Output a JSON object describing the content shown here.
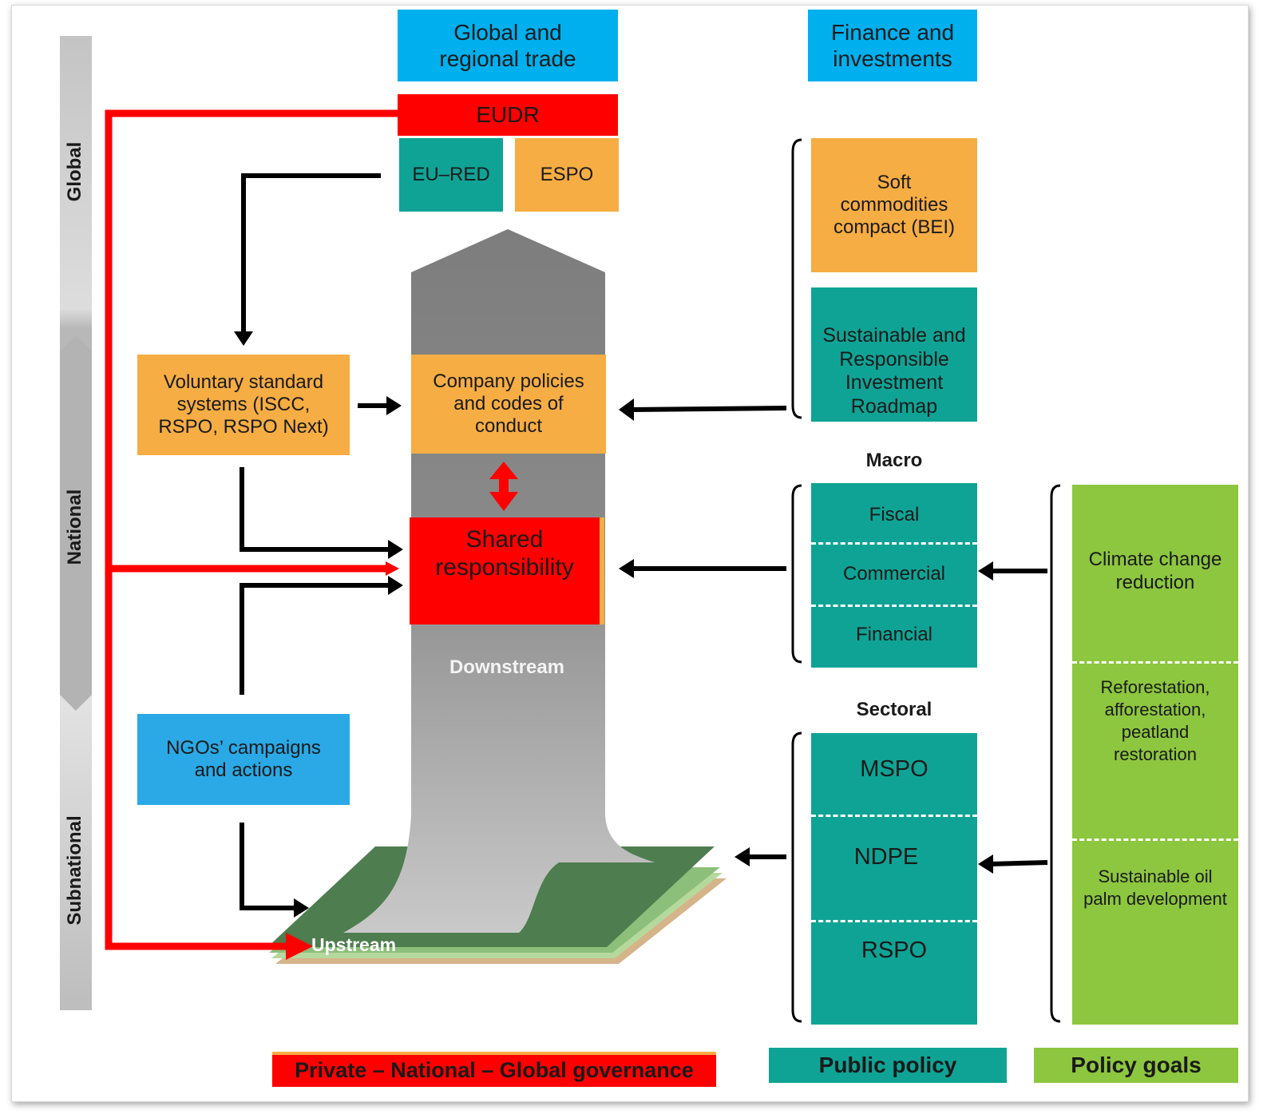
{
  "levels": [
    "Global",
    "National",
    "Subnational"
  ],
  "top": {
    "global_trade": "Global and regional trade",
    "finance": "Finance and investments",
    "eudr": "EUDR",
    "eu_red": "EU–RED",
    "espo": "ESPO"
  },
  "left": {
    "voluntary": "Voluntary standard systems (ISCC, RSPO, RSPO Next)",
    "ngo": "NGOs’ campaigns and actions"
  },
  "center": {
    "company": "Company policies and codes of conduct",
    "shared": "Shared responsibility",
    "downstream": "Downstream",
    "upstream": "Upstream"
  },
  "finance_boxes": {
    "soft": "Soft commodities compact (BEI)",
    "sustainable": "Sustainable and Responsible Investment Roadmap"
  },
  "macro": {
    "label": "Macro",
    "items": [
      "Fiscal",
      "Commercial",
      "Financial"
    ]
  },
  "sectoral": {
    "label": "Sectoral",
    "items": [
      "MSPO",
      "NDPE",
      "RSPO"
    ]
  },
  "policy_goals": {
    "items": [
      "Climate change reduction",
      "Reforestation, afforestation, peatland restoration",
      "Sustainable oil palm development"
    ]
  },
  "legend": {
    "governance": "Private – National – Global governance",
    "public_policy": "Public policy",
    "policy_goals": "Policy goals"
  },
  "colors": {
    "orange": "#f6ad43",
    "teal": "#0fa395",
    "blue": "#00b0ee",
    "red": "#ff0000",
    "green": "#8dc63f",
    "grey": "#8a8a8a"
  }
}
